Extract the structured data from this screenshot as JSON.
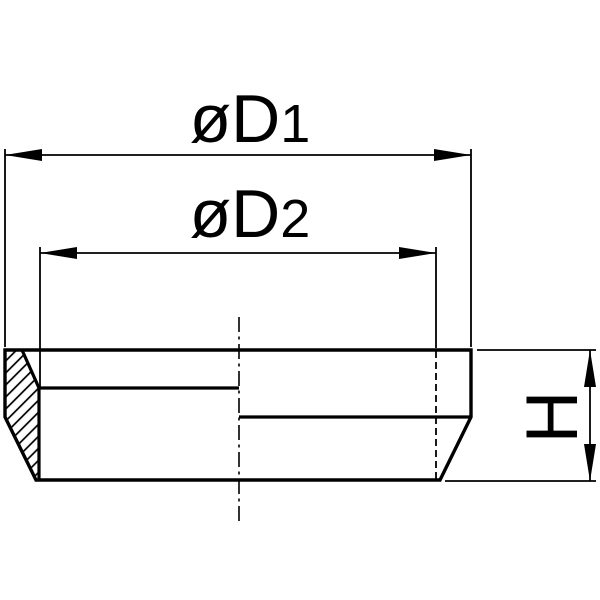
{
  "drawing": {
    "labels": {
      "d1": {
        "prefix": "øD",
        "subscript": "1"
      },
      "d2": {
        "prefix": "øD",
        "subscript": "2"
      },
      "h": "H"
    },
    "colors": {
      "line": "#000000",
      "background": "#ffffff"
    }
  }
}
